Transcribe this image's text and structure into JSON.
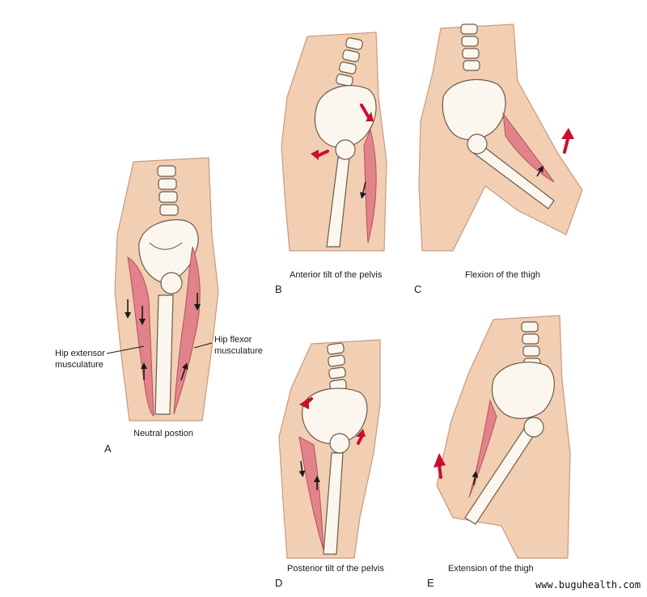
{
  "panels": [
    {
      "letter": "A",
      "caption": "Neutral postion"
    },
    {
      "letter": "B",
      "caption": "Anterior tilt of the pelvis"
    },
    {
      "letter": "C",
      "caption": "Flexion of the thigh"
    },
    {
      "letter": "D",
      "caption": "Posterior tilt of the pelvis"
    },
    {
      "letter": "E",
      "caption": "Extension of the thigh"
    }
  ],
  "callouts": {
    "hip_extensor": "Hip extensor musculature",
    "hip_flexor": "Hip flexor musculature"
  },
  "watermark": "www.buguhealth.com",
  "colors": {
    "skin": "#f2cfb2",
    "skin_edge": "#c89a80",
    "bone": "#fbf7ee",
    "bone_edge": "#6b5a4e",
    "muscle": "#e2838c",
    "muscle_edge": "#b4505c",
    "arrow_red": "#c8102e",
    "arrow_black": "#1a1a1a"
  }
}
